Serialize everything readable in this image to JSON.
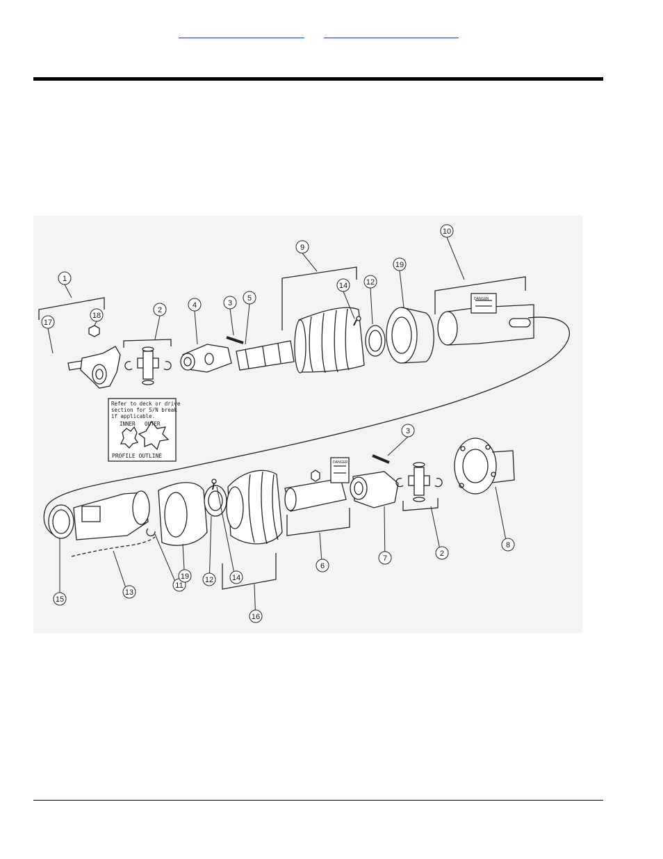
{
  "header": {
    "link1_text": "",
    "link2_text": ""
  },
  "diagram": {
    "callouts": [
      {
        "id": "c1",
        "label": "1"
      },
      {
        "id": "c2a",
        "label": "2"
      },
      {
        "id": "c3a",
        "label": "3"
      },
      {
        "id": "c4",
        "label": "4"
      },
      {
        "id": "c5",
        "label": "5"
      },
      {
        "id": "c9",
        "label": "9"
      },
      {
        "id": "c10",
        "label": "10"
      },
      {
        "id": "c12a",
        "label": "12"
      },
      {
        "id": "c14a",
        "label": "14"
      },
      {
        "id": "c17",
        "label": "17"
      },
      {
        "id": "c18",
        "label": "18"
      },
      {
        "id": "c19a",
        "label": "19"
      },
      {
        "id": "c3b",
        "label": "3"
      },
      {
        "id": "c2b",
        "label": "2"
      },
      {
        "id": "c6",
        "label": "6"
      },
      {
        "id": "c7",
        "label": "7"
      },
      {
        "id": "c8",
        "label": "8"
      },
      {
        "id": "c11",
        "label": "11"
      },
      {
        "id": "c12b",
        "label": "12"
      },
      {
        "id": "c13",
        "label": "13"
      },
      {
        "id": "c14b",
        "label": "14"
      },
      {
        "id": "c15",
        "label": "15"
      },
      {
        "id": "c16",
        "label": "16"
      },
      {
        "id": "c19b",
        "label": "19"
      }
    ],
    "legend": {
      "note_line1": "Refer to deck or drive",
      "note_line2": "section for S/N break",
      "note_line3": "if applicable.",
      "inner_label": "INNER",
      "outer_label": "OUTER",
      "caption": "PROFILE OUTLINE"
    },
    "decal_text": "DANGER"
  }
}
